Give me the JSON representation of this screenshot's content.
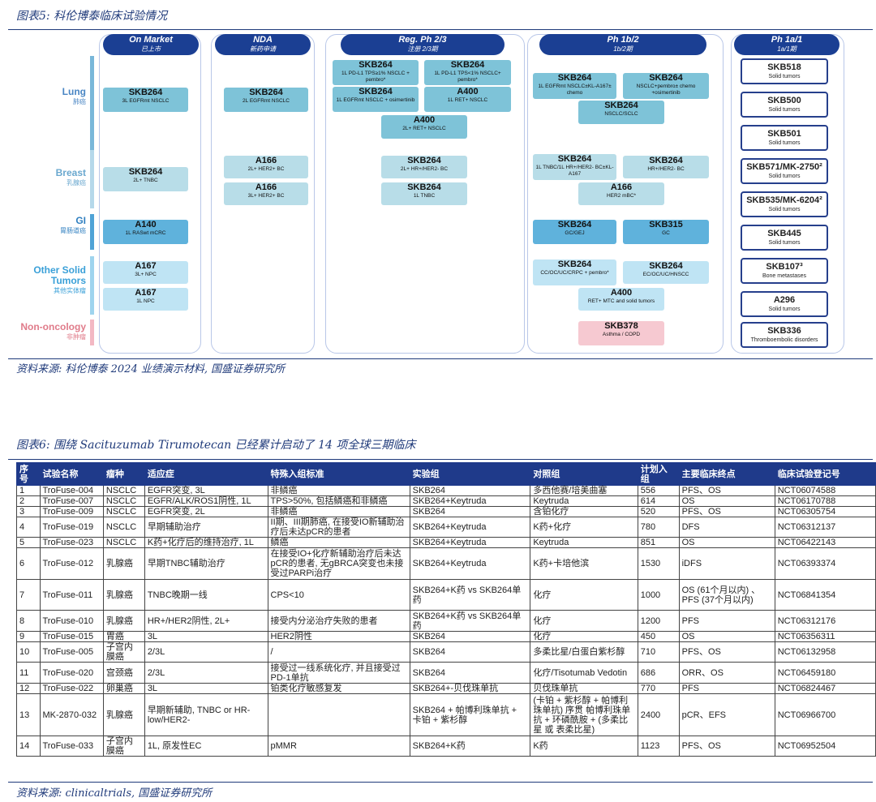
{
  "fig5": {
    "title": "图表5:  科伦博泰临床试验情况",
    "source": "资料来源:  科伦博泰 2024 业绩演示材料, 国盛证券研究所",
    "phases": [
      {
        "en": "On Market",
        "zh": "已上市"
      },
      {
        "en": "NDA",
        "zh": "新药申请"
      },
      {
        "en": "Reg. Ph 2/3",
        "zh": "注册 2/3期"
      },
      {
        "en": "Ph 1b/2",
        "zh": "1b/2期"
      },
      {
        "en": "Ph 1a/1",
        "zh": "1a/1期"
      }
    ],
    "rows": [
      {
        "en": "Lung",
        "zh": "肺癌"
      },
      {
        "en": "Breast",
        "zh": "乳腺癌"
      },
      {
        "en": "GI",
        "zh": "胃肠道癌"
      },
      {
        "en": "Other Solid Tumors",
        "zh": "其他实体瘤"
      },
      {
        "en": "Non-oncology",
        "zh": "非肿瘤"
      }
    ],
    "boxes": [
      {
        "name": "SKB264",
        "desc": "3L EGFRmt NSCLC"
      },
      {
        "name": "SKB264",
        "desc": "2L EGFRmt NSCLC"
      },
      {
        "name": "SKB264",
        "desc": "1L PD-L1 TPS≥1% NSCLC + pembro*"
      },
      {
        "name": "SKB264",
        "desc": "1L PD-L1 TPS<1% NSCLC+ pembro*"
      },
      {
        "name": "SKB264",
        "desc": "1L EGFRmt NSCLC + osimertinib"
      },
      {
        "name": "A400",
        "desc": "1L RET+ NSCLC"
      },
      {
        "name": "A400",
        "desc": "2L+ RET+ NSCLC"
      },
      {
        "name": "SKB264",
        "desc": "1L EGFRmt NSCLC±KL-A167± chemo"
      },
      {
        "name": "SKB264",
        "desc": "NSCLC+pembro± chemo +osimertinib"
      },
      {
        "name": "SKB264",
        "desc": "NSCLC/SCLC"
      },
      {
        "name": "SKB264",
        "desc": "2L+ TNBC"
      },
      {
        "name": "A166",
        "desc": "2L+ HER2+ BC"
      },
      {
        "name": "A166",
        "desc": "3L+ HER2+ BC"
      },
      {
        "name": "SKB264",
        "desc": "2L+ HR+/HER2- BC"
      },
      {
        "name": "SKB264",
        "desc": "1L TNBC"
      },
      {
        "name": "SKB264",
        "desc": "1L TNBC/1L HR+/HER2- BC±KL-A167"
      },
      {
        "name": "SKB264",
        "desc": "HR+/HER2- BC"
      },
      {
        "name": "A166",
        "desc": "HER2 mBC*"
      },
      {
        "name": "A140",
        "desc": "1L RASwt mCRC"
      },
      {
        "name": "SKB264",
        "desc": "GC/GEJ"
      },
      {
        "name": "SKB315",
        "desc": "GC"
      },
      {
        "name": "A167",
        "desc": "3L+ NPC"
      },
      {
        "name": "A167",
        "desc": "1L NPC"
      },
      {
        "name": "SKB264",
        "desc": "CC/OC/UC/CRPC + pembro*"
      },
      {
        "name": "SKB264",
        "desc": "EC/OC/UC/HNSCC"
      },
      {
        "name": "A400",
        "desc": "RET+ MTC and solid tumors"
      },
      {
        "name": "SKB378",
        "desc": "Asthma / COPD"
      }
    ],
    "ph1": [
      {
        "name": "SKB518",
        "desc": "Solid tumors"
      },
      {
        "name": "SKB500",
        "desc": "Solid tumors"
      },
      {
        "name": "SKB501",
        "desc": "Solid tumors"
      },
      {
        "name": "SKB571/MK-2750²",
        "desc": "Solid tumors"
      },
      {
        "name": "SKB535/MK-6204²",
        "desc": "Solid tumors"
      },
      {
        "name": "SKB445",
        "desc": "Solid tumors"
      },
      {
        "name": "SKB107³",
        "desc": "Bone metastases"
      },
      {
        "name": "A296",
        "desc": "Solid tumors"
      },
      {
        "name": "SKB336",
        "desc": "Thromboembolic disorders"
      }
    ]
  },
  "fig6": {
    "title": "图表6:  围绕 Sacituzumab Tirumotecan 已经累计启动了 14 项全球三期临床",
    "source": "资料来源:  clinicaltrials,  国盛证券研究所",
    "headers": [
      "序号",
      "试验名称",
      "瘤种",
      "适应症",
      "特殊入组标准",
      "实验组",
      "对照组",
      "计划入组",
      "主要临床终点",
      "临床试验登记号"
    ],
    "rows": [
      [
        "1",
        "TroFuse-004",
        "NSCLC",
        "EGFR突变, 3L",
        "非鳞癌",
        "SKB264",
        "多西他赛/培美曲塞",
        "556",
        "PFS、OS",
        "NCT06074588"
      ],
      [
        "2",
        "TroFuse-007",
        "NSCLC",
        "EGFR/ALK/ROS1阴性, 1L",
        "TPS>50%, 包括鳞癌和非鳞癌",
        "SKB264+Keytruda",
        "Keytruda",
        "614",
        "OS",
        "NCT06170788"
      ],
      [
        "3",
        "TroFuse-009",
        "NSCLC",
        "EGFR突变, 2L",
        "非鳞癌",
        "SKB264",
        "含铂化疗",
        "520",
        "PFS、OS",
        "NCT06305754"
      ],
      [
        "4",
        "TroFuse-019",
        "NSCLC",
        "早期辅助治疗",
        "II期、III期肺癌, 在接受IO新辅助治疗后未达pCR的患者",
        "SKB264+Keytruda",
        "K药+化疗",
        "780",
        "DFS",
        "NCT06312137"
      ],
      [
        "5",
        "TroFuse-023",
        "NSCLC",
        "K药+化疗后的维持治疗, 1L",
        "鳞癌",
        "SKB264+Keytruda",
        "Keytruda",
        "851",
        "OS",
        "NCT06422143"
      ],
      [
        "6",
        "TroFuse-012",
        "乳腺癌",
        "早期TNBC辅助治疗",
        "在接受IO+化疗新辅助治疗后未达pCR的患者, 无gBRCA突变也未接受过PARPi治疗",
        "SKB264+Keytruda",
        "K药+卡培他滨",
        "1530",
        "iDFS",
        "NCT06393374"
      ],
      [
        "7",
        "TroFuse-011",
        "乳腺癌",
        "TNBC晚期一线",
        "CPS<10",
        "SKB264+K药 vs SKB264单药",
        "化疗",
        "1000",
        "OS (61个月以内) 、 PFS (37个月以内)",
        "NCT06841354"
      ],
      [
        "8",
        "TroFuse-010",
        "乳腺癌",
        "HR+/HER2阴性, 2L+",
        "接受内分泌治疗失败的患者",
        "SKB264+K药 vs SKB264单药",
        "化疗",
        "1200",
        "PFS",
        "NCT06312176"
      ],
      [
        "9",
        "TroFuse-015",
        "胃癌",
        "3L",
        "HER2阴性",
        "SKB264",
        "化疗",
        "450",
        "OS",
        "NCT06356311"
      ],
      [
        "10",
        "TroFuse-005",
        "子宫内膜癌",
        "2/3L",
        "/",
        "SKB264",
        "多柔比星/白蛋白紫杉醇",
        "710",
        "PFS、OS",
        "NCT06132958"
      ],
      [
        "11",
        "TroFuse-020",
        "宫颈癌",
        "2/3L",
        "接受过一线系统化疗, 并且接受过PD-1单抗",
        "SKB264",
        "化疗/Tisotumab Vedotin",
        "686",
        "ORR、OS",
        "NCT06459180"
      ],
      [
        "12",
        "TroFuse-022",
        "卵巢癌",
        "3L",
        "铂类化疗敏感复发",
        "SKB264+-贝伐珠单抗",
        "贝伐珠单抗",
        "770",
        "PFS",
        "NCT06824467"
      ],
      [
        "13",
        "MK-2870-032",
        "乳腺癌",
        "早期新辅助, TNBC or HR-low/HER2-",
        "",
        "SKB264 + 帕博利珠单抗 + 卡铂 + 紫杉醇",
        "(卡铂 + 紫杉醇 + 帕博利珠单抗) 序贯 帕博利珠单抗 + 环磷酰胺 + (多柔比星 或 表柔比星)",
        "2400",
        "pCR、EFS",
        "NCT06966700"
      ],
      [
        "14",
        "TroFuse-033",
        "子宫内膜癌",
        "1L, 原发性EC",
        "pMMR",
        "SKB264+K药",
        "K药",
        "1123",
        "PFS、OS",
        "NCT06952504"
      ]
    ]
  }
}
